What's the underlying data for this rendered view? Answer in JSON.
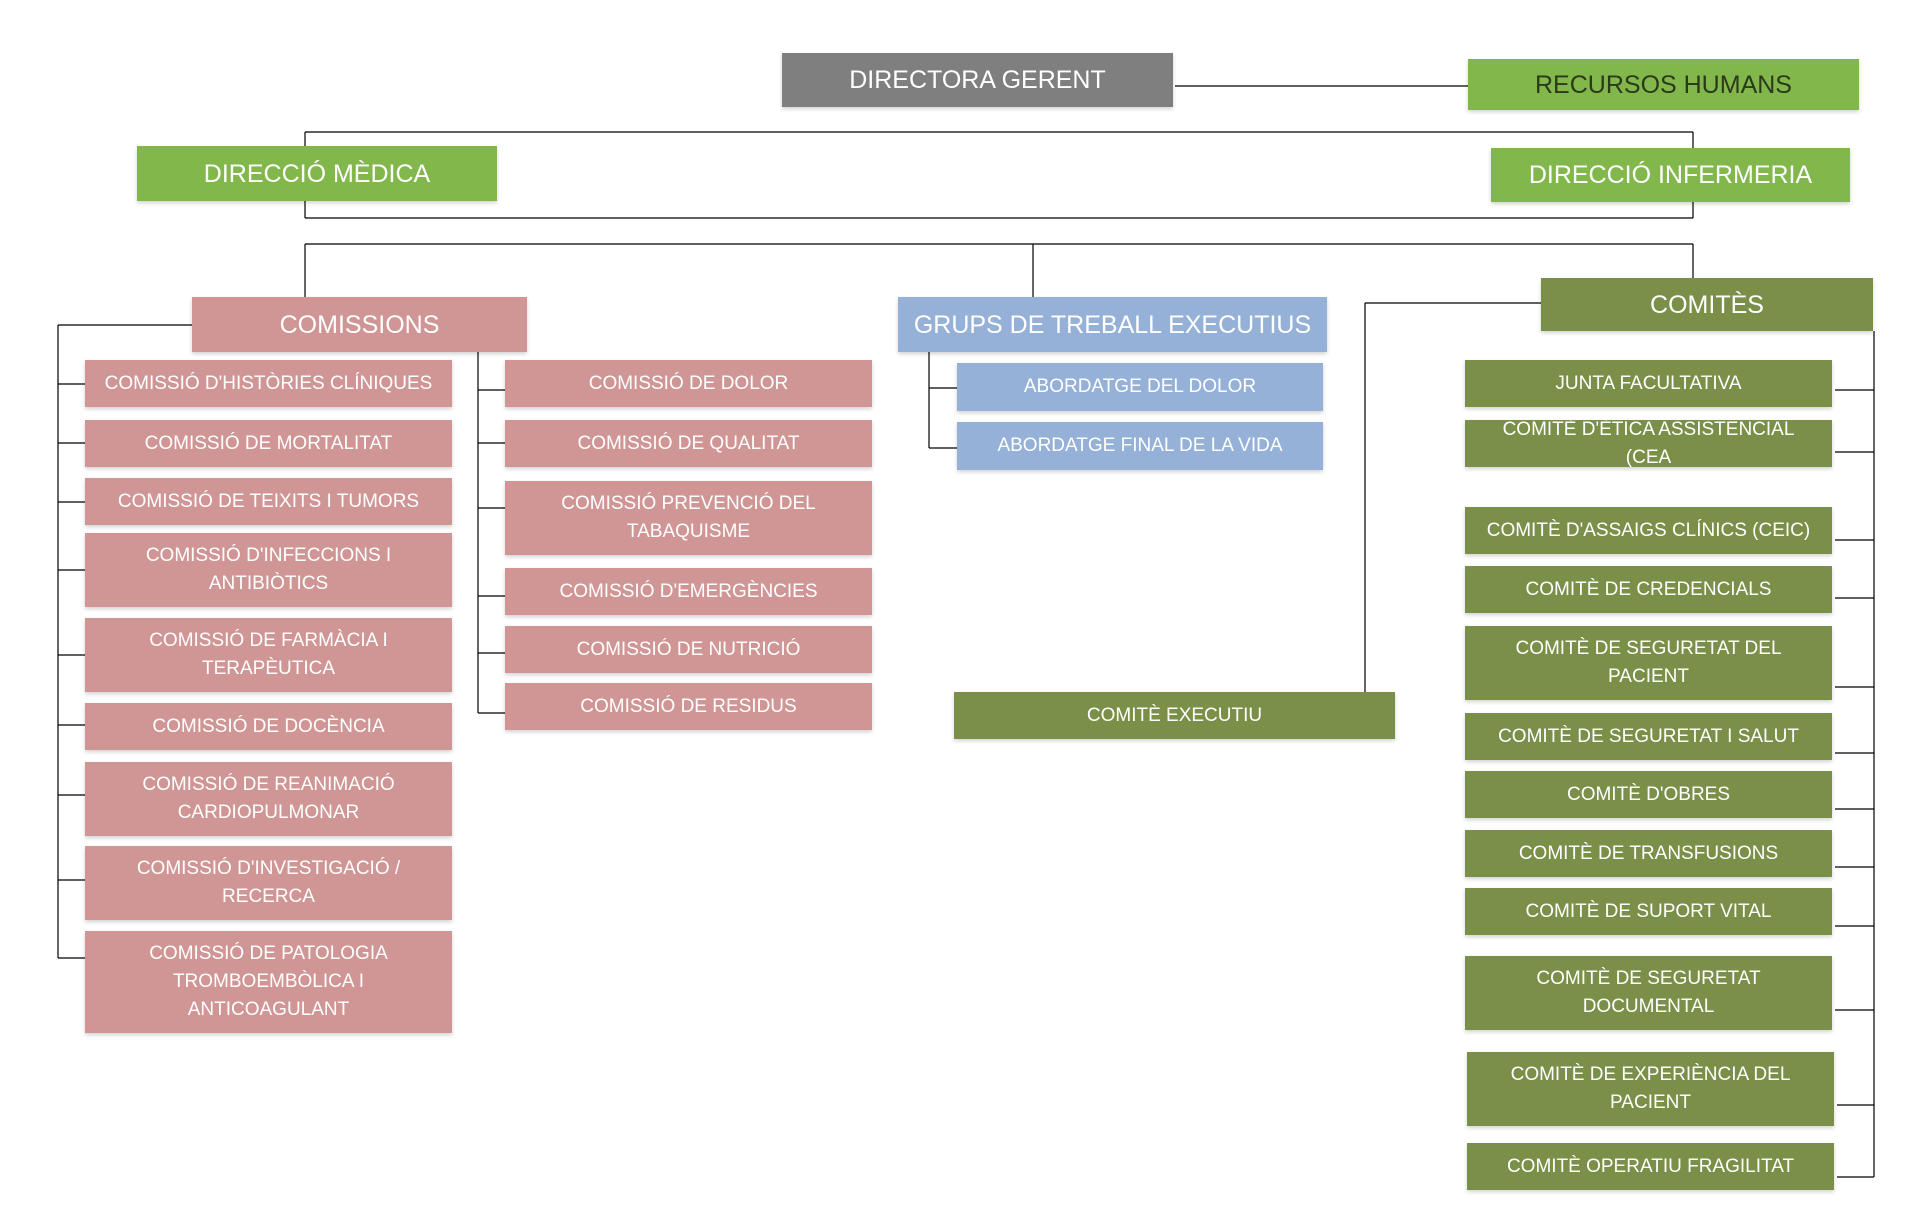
{
  "colors": {
    "director": "#7f7f7f",
    "direction": "#82b74b",
    "commissions": "#d09695",
    "workgroups": "#95b1d8",
    "committees": "#7a8f48",
    "connector": "#000000"
  },
  "top": {
    "director": "DIRECTORA GERENT",
    "hr": "RECURSOS HUMANS",
    "medical": "DIRECCIÓ MÈDICA",
    "nursing": "DIRECCIÓ INFERMERIA"
  },
  "commissions": {
    "header": "COMISSIONS",
    "left": [
      "COMISSIÓ D'HISTÒRIES CLÍNIQUES",
      "COMISSIÓ DE MORTALITAT",
      "COMISSIÓ DE TEIXITS I TUMORS",
      "COMISSIÓ D'INFECCIONS I ANTIBIÒTICS",
      "COMISSIÓ DE FARMÀCIA I TERAPÈUTICA",
      "COMISSIÓ DE DOCÈNCIA",
      "COMISSIÓ DE REANIMACIÓ CARDIOPULMONAR",
      "COMISSIÓ D'INVESTIGACIÓ / RECERCA",
      "COMISSIÓ DE PATOLOGIA TROMBOEMBÒLICA I ANTICOAGULANT"
    ],
    "right": [
      "COMISSIÓ DE DOLOR",
      "COMISSIÓ DE QUALITAT",
      "COMISSIÓ PREVENCIÓ DEL TABAQUISME",
      "COMISSIÓ D'EMERGÈNCIES",
      "COMISSIÓ DE NUTRICIÓ",
      "COMISSIÓ DE RESIDUS"
    ]
  },
  "workgroups": {
    "header": "GRUPS DE TREBALL EXECUTIUS",
    "items": [
      "ABORDATGE DEL DOLOR",
      "ABORDATGE FINAL DE LA VIDA"
    ]
  },
  "committees": {
    "header": "COMITÈS",
    "executive": "COMITÈ EXECUTIU",
    "items": [
      "JUNTA FACULTATIVA",
      "COMITÈ D'ÈTICA ASSISTENCIAL (CEA",
      "COMITÈ D'ASSAIGS CLÍNICS (CEIC)",
      "COMITÈ DE CREDENCIALS",
      "COMITÈ DE SEGURETAT DEL PACIENT",
      "COMITÈ DE SEGURETAT I SALUT",
      "COMITÈ D'OBRES",
      "COMITÈ DE TRANSFUSIONS",
      "COMITÈ DE SUPORT VITAL",
      "COMITÈ DE SEGURETAT DOCUMENTAL",
      "COMITÈ DE EXPERIÈNCIA DEL PACIENT",
      "COMITÈ OPERATIU FRAGILITAT"
    ]
  }
}
